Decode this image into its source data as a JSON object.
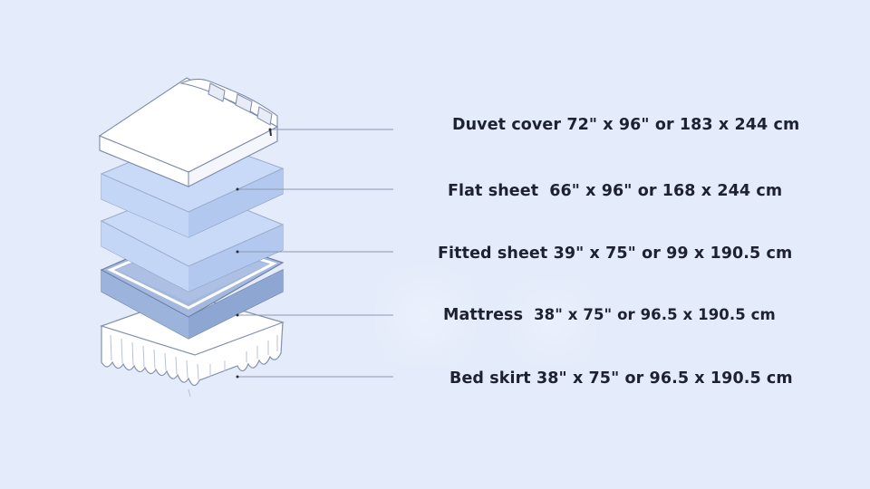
{
  "layers": [
    {
      "id": "duvet-cover",
      "name": "Duvet cover",
      "size": "72\" x 96\" or 183 x 244 cm"
    },
    {
      "id": "flat-sheet",
      "name": "Flat sheet",
      "size": "66\" x 96\" or 168 x 244 cm"
    },
    {
      "id": "fitted-sheet",
      "name": "Fitted sheet",
      "size": "39\" x 75\" or 99 x 190.5 cm"
    },
    {
      "id": "mattress",
      "name": "Mattress",
      "size": "38\" x 75\" or 96.5 x 190.5 cm"
    },
    {
      "id": "bed-skirt",
      "name": "Bed skirt",
      "size": "38\" x 75\" or 96.5 x 190.5 cm"
    }
  ],
  "colors": {
    "background": "#e4ebfa",
    "white_layer": "#ffffff",
    "sheet_blue": "#c3d6f5",
    "mattress_blue": "#9db5de",
    "outline": "#7f8fae",
    "leader_line": "#8d99b3"
  }
}
